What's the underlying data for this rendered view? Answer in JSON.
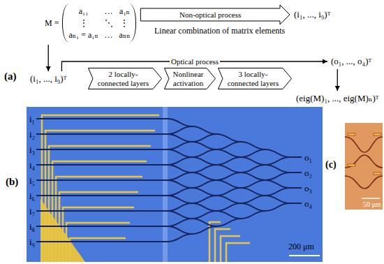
{
  "diagram": {
    "nodes": [
      {
        "text": [
          "M =",
          "a₁₁",
          "…",
          "a₁ₙ",
          "⋮",
          "⋱",
          "⋮",
          "aₙ₁ = a₁ₙ",
          "…",
          "aₙₙ"
        ]
      },
      {
        "text": [
          "(i₁, ..., i₉)ᵀ"
        ]
      },
      {
        "text": [
          "(i₁, ..., i₉)ᵀ"
        ]
      },
      {
        "text": [
          "2 locally-connected layers"
        ]
      },
      {
        "text": [
          "Nonlinear activation"
        ]
      },
      {
        "text": [
          "3 locally-connected layers"
        ]
      },
      {
        "text": [
          "(o₁, ..., o₄)ᵀ"
        ]
      },
      {
        "text": [
          "(eig(M)₁, ..., eig(M)ₙ)ᵀ"
        ]
      }
    ],
    "edges": [
      {
        "from": 0,
        "to": 1,
        "label": "Non-optical process",
        "arrow": "to"
      },
      {
        "from": 0,
        "to": 2,
        "arrow": "to"
      },
      {
        "from": 2,
        "to": 6,
        "label": "Optical process",
        "arrow": "to"
      },
      {
        "from": 6,
        "to": 7,
        "arrow": "to"
      }
    ],
    "labels": [
      "Linear combination of matrix elements",
      "(a)",
      "(b)",
      "(c)",
      "i₁",
      "i₂",
      "i₃",
      "i₄",
      "i₅",
      "i₆",
      "i₇",
      "i₈",
      "i₉",
      "o₁",
      "o₂",
      "o₃",
      "o₄",
      "200 μm",
      "50 μm"
    ]
  }
}
